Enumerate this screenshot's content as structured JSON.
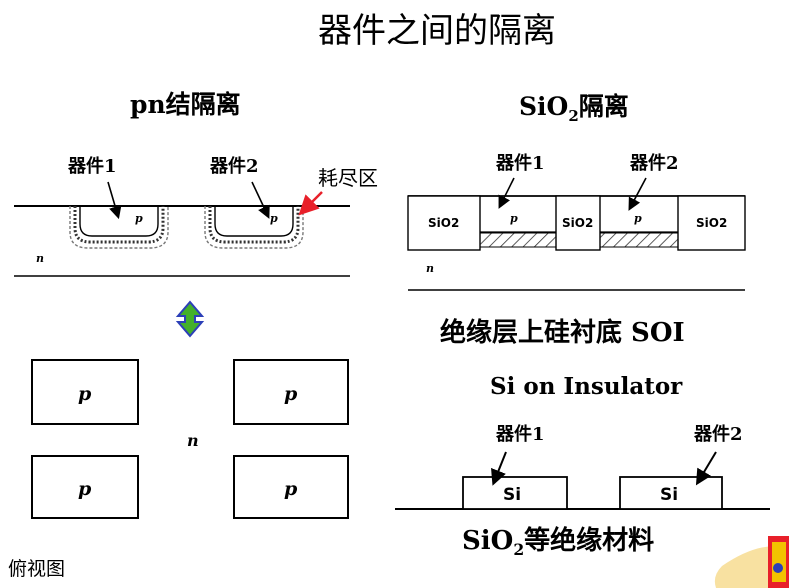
{
  "title": "器件之间的隔离",
  "left": {
    "heading": "pn结隔离",
    "device1": "器件1",
    "device2": "器件2",
    "depletion": "耗尽区",
    "n_label": "n",
    "p_label": "p",
    "top_view_p": [
      "p",
      "p",
      "p",
      "p"
    ],
    "top_view_n": "n",
    "top_view_caption": "俯视图"
  },
  "right": {
    "heading_main": "SiO",
    "heading_sub": "2",
    "heading_rest": "隔离",
    "device1": "器件1",
    "device2": "器件2",
    "sio2_blocks": [
      "SiO2",
      "SiO2",
      "SiO2"
    ],
    "p_label": "p",
    "n_label": "n",
    "soi_heading": "绝缘层上硅衬底 SOI",
    "soi_sub": "Si on Insulator",
    "soi_device1": "器件1",
    "soi_device2": "器件2",
    "si_blocks": [
      "Si",
      "Si"
    ],
    "soi_caption_main": "SiO",
    "soi_caption_sub": "2",
    "soi_caption_rest": "等绝缘材料"
  },
  "colors": {
    "arrow_red": "#e8202a",
    "arrow_green": "#43b02a",
    "arrow_blue": "#2c3fb8"
  }
}
